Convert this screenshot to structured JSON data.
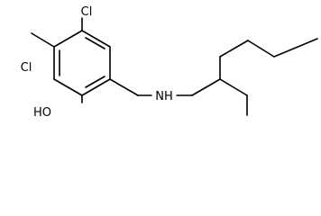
{
  "structure": {
    "labels": {
      "cl_top": "Cl",
      "cl_left": "Cl",
      "hydroxyl": "HO",
      "amine": "NH"
    },
    "colors": {
      "bond": "#000000",
      "text": "#000000",
      "background": "#ffffff"
    }
  }
}
